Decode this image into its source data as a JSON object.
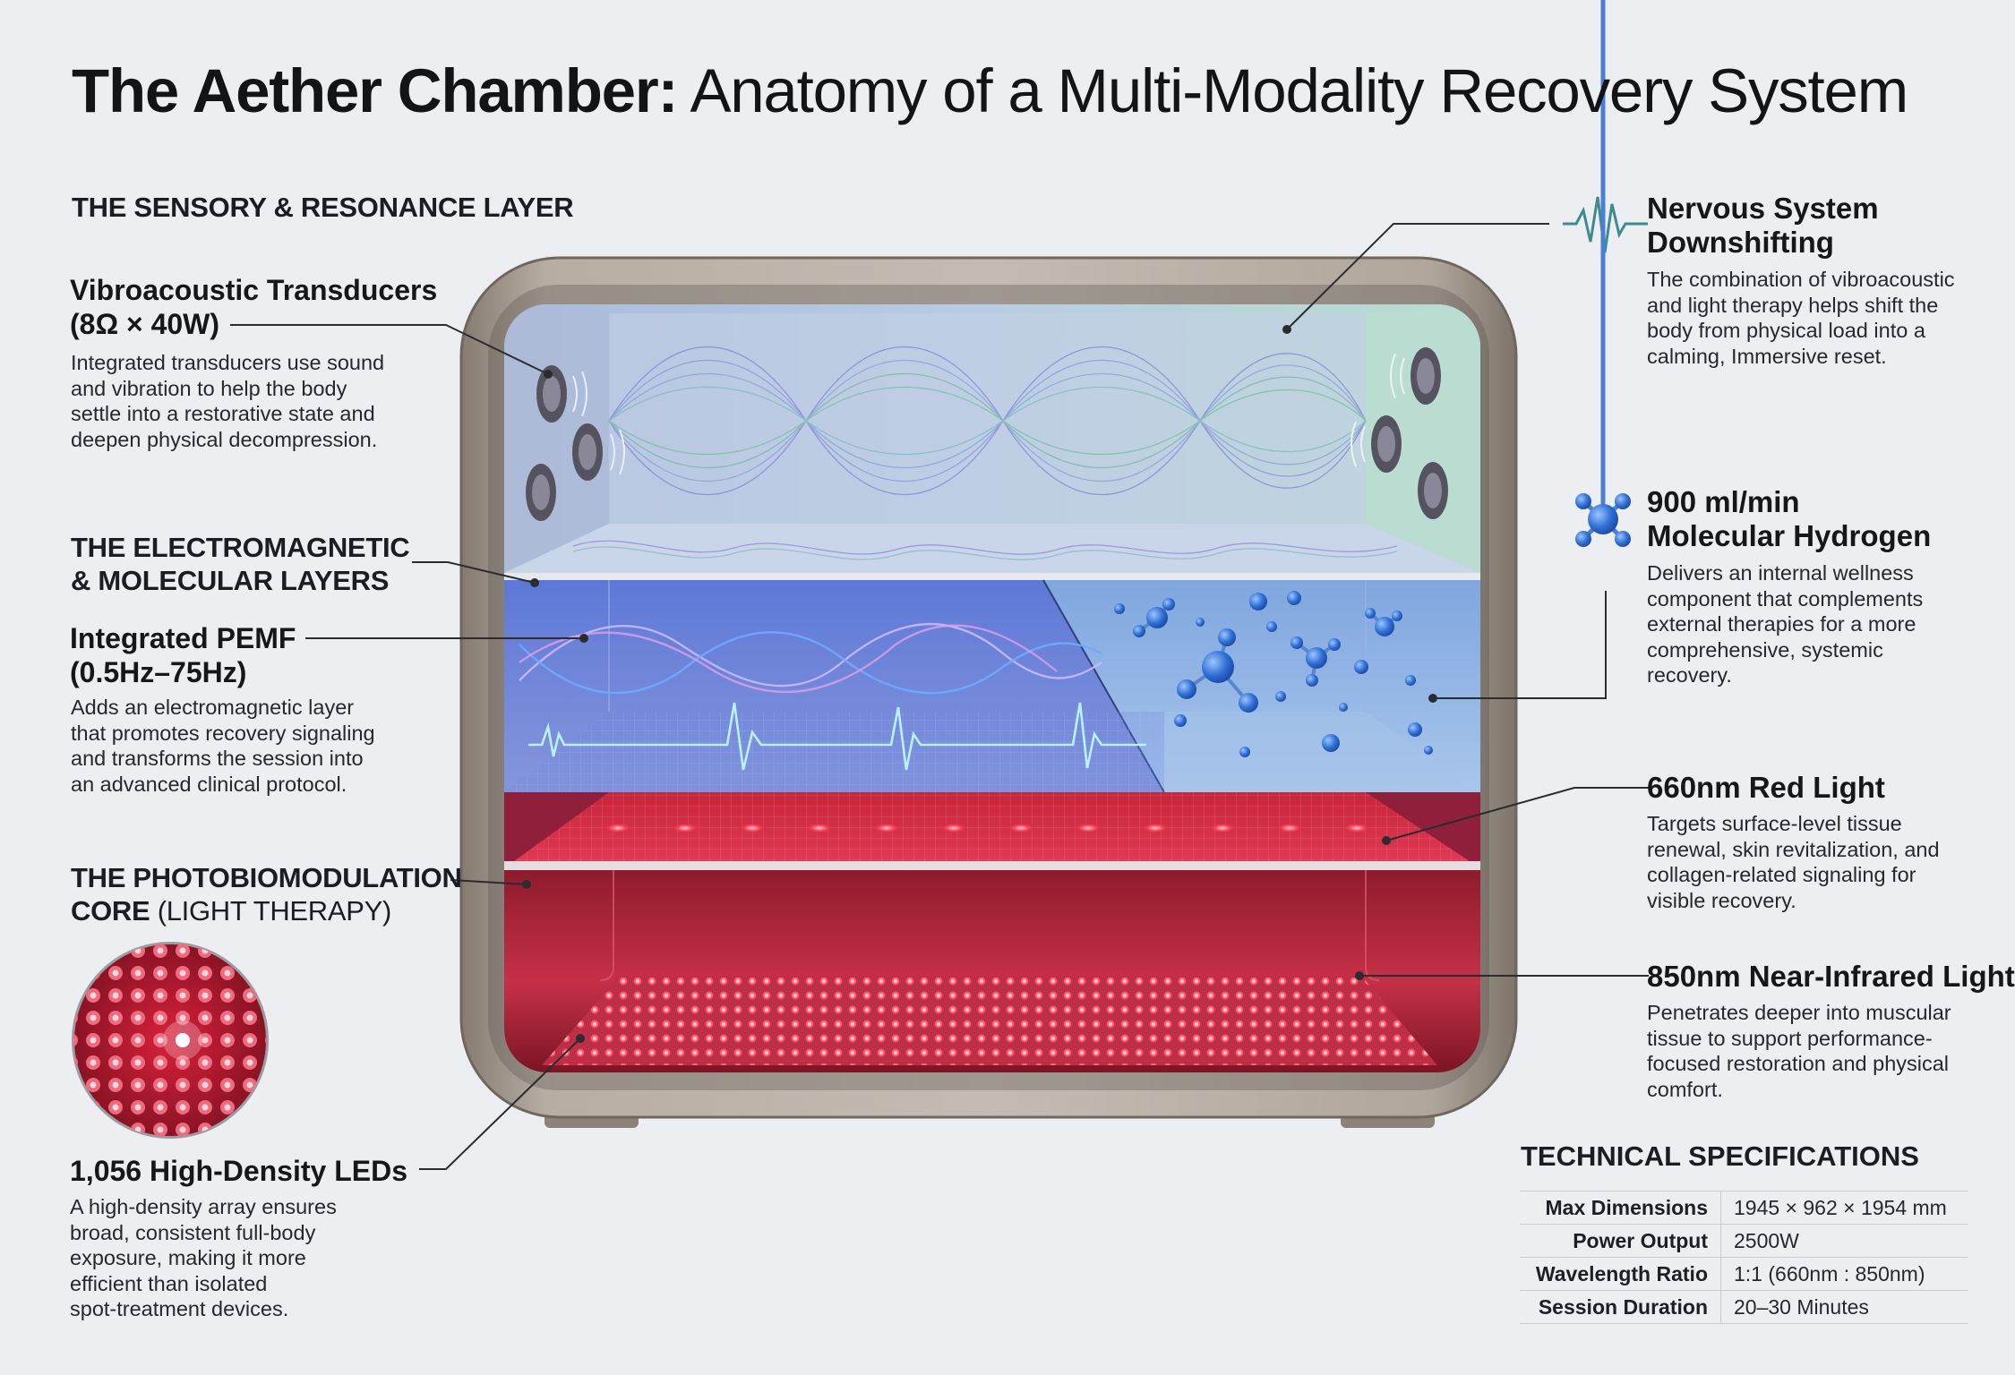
{
  "title": {
    "bold": "The Aether Chamber:",
    "rest": "Anatomy of a Multi-Modality Recovery System"
  },
  "left": {
    "sensory_section": "THE SENSORY & RESONANCE LAYER",
    "vibro": {
      "heading_line1": "Vibroacoustic Transducers",
      "heading_line2": "(8Ω × 40W)",
      "desc": [
        "Integrated transducers use sound",
        "and vibration to help the body",
        "settle into a restorative state and",
        "deepen physical decompression."
      ]
    },
    "em_section": [
      "THE ELECTROMAGNETIC",
      "& MOLECULAR LAYERS"
    ],
    "pemf": {
      "heading_line1": "Integrated PEMF",
      "heading_line2": "(0.5Hz–75Hz)",
      "desc": [
        "Adds an electromagnetic layer",
        "that promotes recovery signaling",
        "and transforms the session into",
        "an advanced clinical protocol."
      ]
    },
    "pbm_section_line1": "THE PHOTOBIOMODULATION",
    "pbm_section_line2_bold": "CORE",
    "pbm_section_line2_light": "(LIGHT THERAPY)",
    "leds": {
      "heading": "1,056 High-Density LEDs",
      "desc": [
        "A high-density array ensures",
        "broad, consistent full-body",
        "exposure, making it more",
        "efficient than isolated",
        "spot-treatment devices."
      ]
    }
  },
  "right": {
    "nervous": {
      "heading_line1": "Nervous System",
      "heading_line2": "Downshifting",
      "desc": [
        "The combination of vibroacoustic",
        "and light therapy helps shift the",
        "body from physical load into a",
        "calming, Immersive reset."
      ]
    },
    "hydrogen": {
      "heading_line1": "900 ml/min",
      "heading_line2": "Molecular Hydrogen",
      "desc": [
        "Delivers an internal wellness",
        "component that complements",
        "external therapies for a more",
        "comprehensive, systemic",
        "recovery."
      ]
    },
    "red": {
      "heading": "660nm Red Light",
      "desc": [
        "Targets surface-level tissue",
        "renewal, skin revitalization, and",
        "collagen-related signaling for",
        "visible recovery."
      ]
    },
    "nir": {
      "heading": "850nm Near-Infrared Light",
      "desc": [
        "Penetrates deeper into muscular",
        "tissue to support performance-",
        "focused restoration and physical",
        "comfort."
      ]
    }
  },
  "specs": {
    "title": "TECHNICAL SPECIFICATIONS",
    "rows": [
      {
        "label": "Max Dimensions",
        "value": "1945 × 962 × 1954 mm"
      },
      {
        "label": "Power Output",
        "value": "2500W"
      },
      {
        "label": "Wavelength Ratio",
        "value": "1:1 (660nm : 850nm)"
      },
      {
        "label": "Session Duration",
        "value": "20–30 Minutes"
      }
    ]
  },
  "icons": {
    "nervous": "waveform-icon",
    "hydrogen": "molecule-icon",
    "leds": "led-array-closeup-icon"
  },
  "colors": {
    "red_light": "#e8213a",
    "pemf_blue": "#3f63d8",
    "hydrogen_blue": "#3f7ee0",
    "chamber_frame": "#a39a8f",
    "callout_line": "#2a2c30"
  }
}
